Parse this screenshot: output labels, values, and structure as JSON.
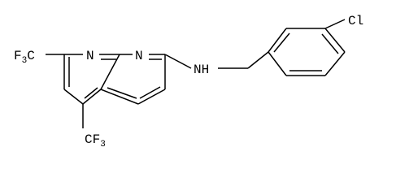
{
  "molecule": {
    "labels": {
      "cf3_left": {
        "main": "F",
        "sub": "3",
        "tail": "C"
      },
      "n1": "N",
      "n8": "N",
      "nh": "NH",
      "cl": "Cl",
      "cf3_bottom": {
        "main": "CF",
        "sub": "3"
      }
    },
    "colors": {
      "ink": "#000000",
      "background": "#ffffff"
    }
  }
}
